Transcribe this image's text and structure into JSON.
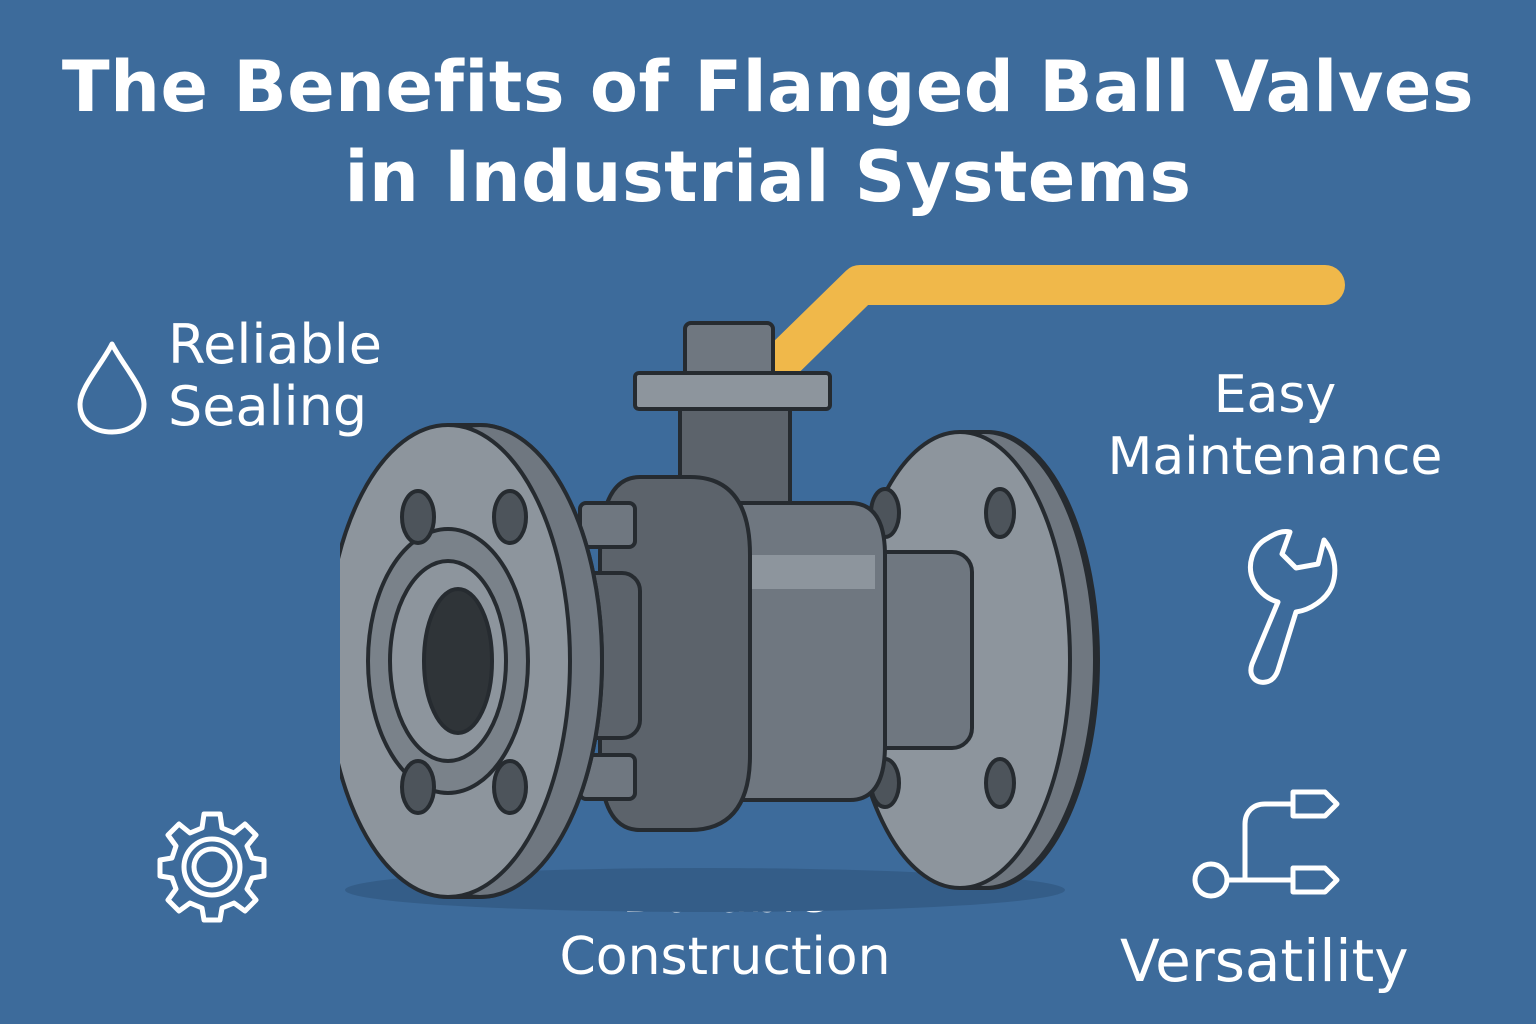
{
  "title": {
    "line1": "The Benefits of Flanged Ball Valves",
    "line2": "in Industrial Systems"
  },
  "benefits": {
    "reliable_sealing": {
      "line1": "Reliable",
      "line2": "Sealing",
      "icon": "water-drop-icon"
    },
    "easy_maintenance": {
      "line1": "Easy",
      "line2": "Maintenance",
      "icon": "wrench-icon"
    },
    "durable_construction": {
      "line1": "Durable",
      "line2": "Construction",
      "icon": "gear-icon"
    },
    "versatility": {
      "label": "Versatility",
      "icon": "branch-arrows-icon"
    }
  },
  "colors": {
    "background": "#3d6b9b",
    "valve_body": "#6f7780",
    "valve_light": "#8d959d",
    "valve_dark": "#4d545b",
    "handle": "#f0b84a",
    "outline": "#262b30"
  }
}
